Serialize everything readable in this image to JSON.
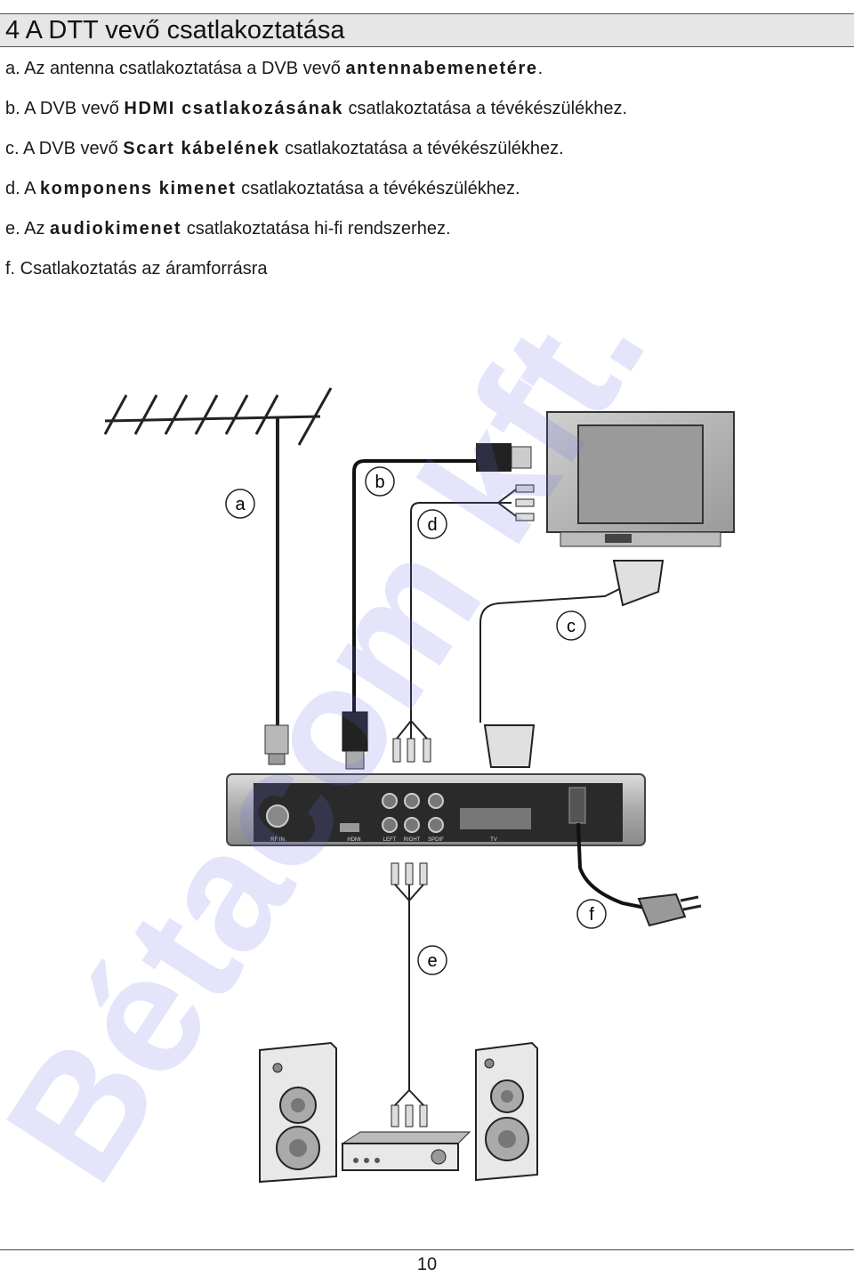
{
  "section": {
    "title": "4 A DTT vevő csatlakoztatása"
  },
  "instructions": [
    {
      "prefix": "a. Az antenna csatlakoztatása a DVB vevő ",
      "keyword": "antennabemenetére",
      "suffix": "."
    },
    {
      "prefix": "b. A DVB vevő ",
      "keyword": "HDMI csatlakozásának",
      "suffix": " csatlakoztatása a tévékészülékhez."
    },
    {
      "prefix": "c. A DVB vevő ",
      "keyword": "Scart kábelének",
      "suffix": " csatlakoztatása a tévékészülékhez."
    },
    {
      "prefix": "d. A ",
      "keyword": "komponens kimenet",
      "suffix": " csatlakoztatása a tévékészülékhez."
    },
    {
      "prefix": "e. Az ",
      "keyword": "audiokimenet",
      "suffix": " csatlakoztatása hi-fi rendszerhez."
    },
    {
      "prefix": "f. Csatlakoztatás az áramforrásra",
      "keyword": "",
      "suffix": ""
    }
  ],
  "diagram": {
    "labels": {
      "a": "a",
      "b": "b",
      "c": "c",
      "d": "d",
      "e": "e",
      "f": "f"
    },
    "receiver_ports": {
      "rf_in": "RF IN",
      "hdmi": "HDMI",
      "left": "LEFT",
      "right": "RIGHT",
      "spdif": "SPDIF",
      "tv": "TV"
    }
  },
  "watermark": "Bétacom kft.",
  "page_number": "10"
}
